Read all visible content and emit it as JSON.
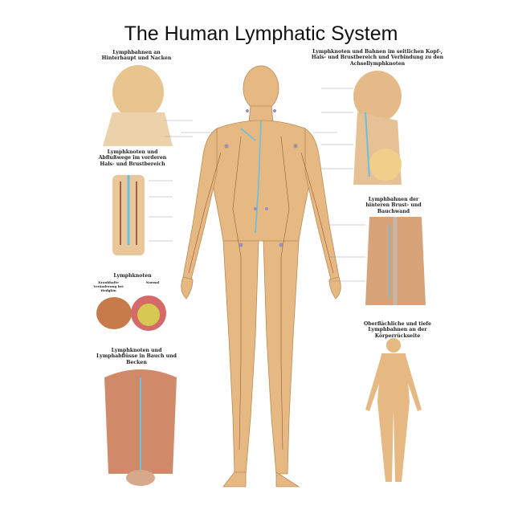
{
  "title": "The Human Lymphatic System",
  "panels": {
    "neck_back": "Lymphbahnen an Hinterhaupt und Nacken",
    "neck_front": "Lymphknoten und Abflußwege im vorderen Hals- und Brustbereich",
    "head_side": "Lymphknoten und Bahnen im seitlichen Kopf-, Hals- und Brustbereich und Verbindung zu den Achsellymphknoten",
    "trunk_back": "Lymphbahnen der hinteren Brust- und Bauchwand",
    "node": "Lymphknoten",
    "node_hodgkin": "Krankhafte Veränderung bei Hodgkin",
    "node_normal": "Normal",
    "back_body": "Oberflächliche und tiefe Lymphbahnen an der Körperrückseite",
    "abdomen": "Lymphknoten und Lymphabflüsse in Bauch und Becken"
  },
  "colors": {
    "skin": "#e6b983",
    "vessel": "#8a3d2a",
    "lymph": "#6ac0e0",
    "node": "#9a8fb8"
  }
}
